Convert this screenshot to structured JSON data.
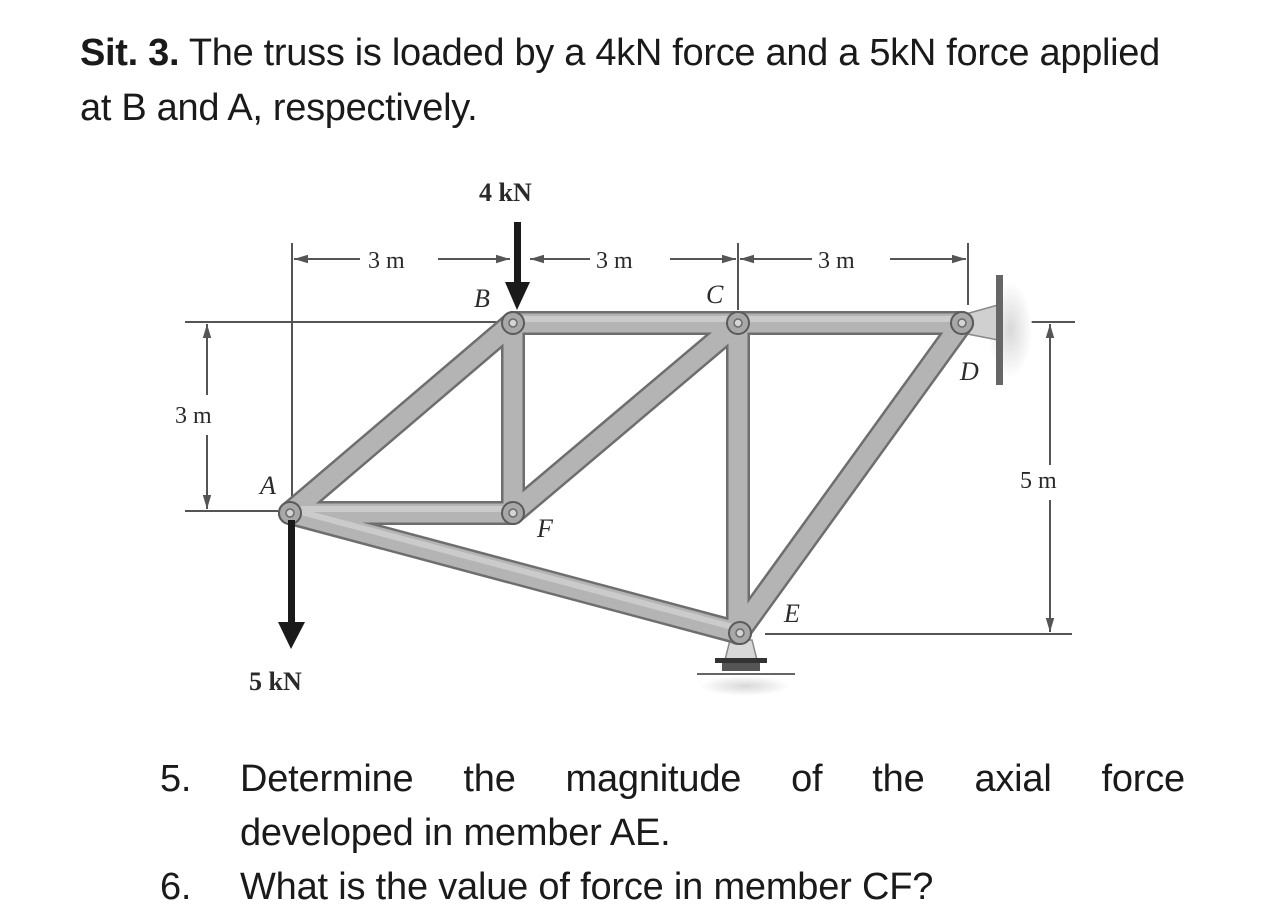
{
  "intro": {
    "label": "Sit. 3.",
    "text": " The truss is loaded by a 4kN force and a 5kN force applied at B and A, respectively."
  },
  "figure": {
    "loads": {
      "B": "4 kN",
      "A": "5 kN"
    },
    "dimensions": {
      "top_left": "3 m",
      "top_mid": "3 m",
      "top_right": "3 m",
      "left_height": "3 m",
      "right_height": "5 m"
    },
    "joints": {
      "A": "A",
      "B": "B",
      "C": "C",
      "D": "D",
      "E": "E",
      "F": "F"
    },
    "colors": {
      "member_fill": "#b4b4b4",
      "member_edge": "#6e6e6e",
      "arrow": "#1a1a1a",
      "dim_line": "#555555"
    }
  },
  "questions": [
    {
      "number": "5.",
      "line1": "Determine the magnitude of the axial force",
      "line2": "developed in member AE."
    },
    {
      "number": "6.",
      "text": "What is the value of force in member CF?"
    }
  ]
}
